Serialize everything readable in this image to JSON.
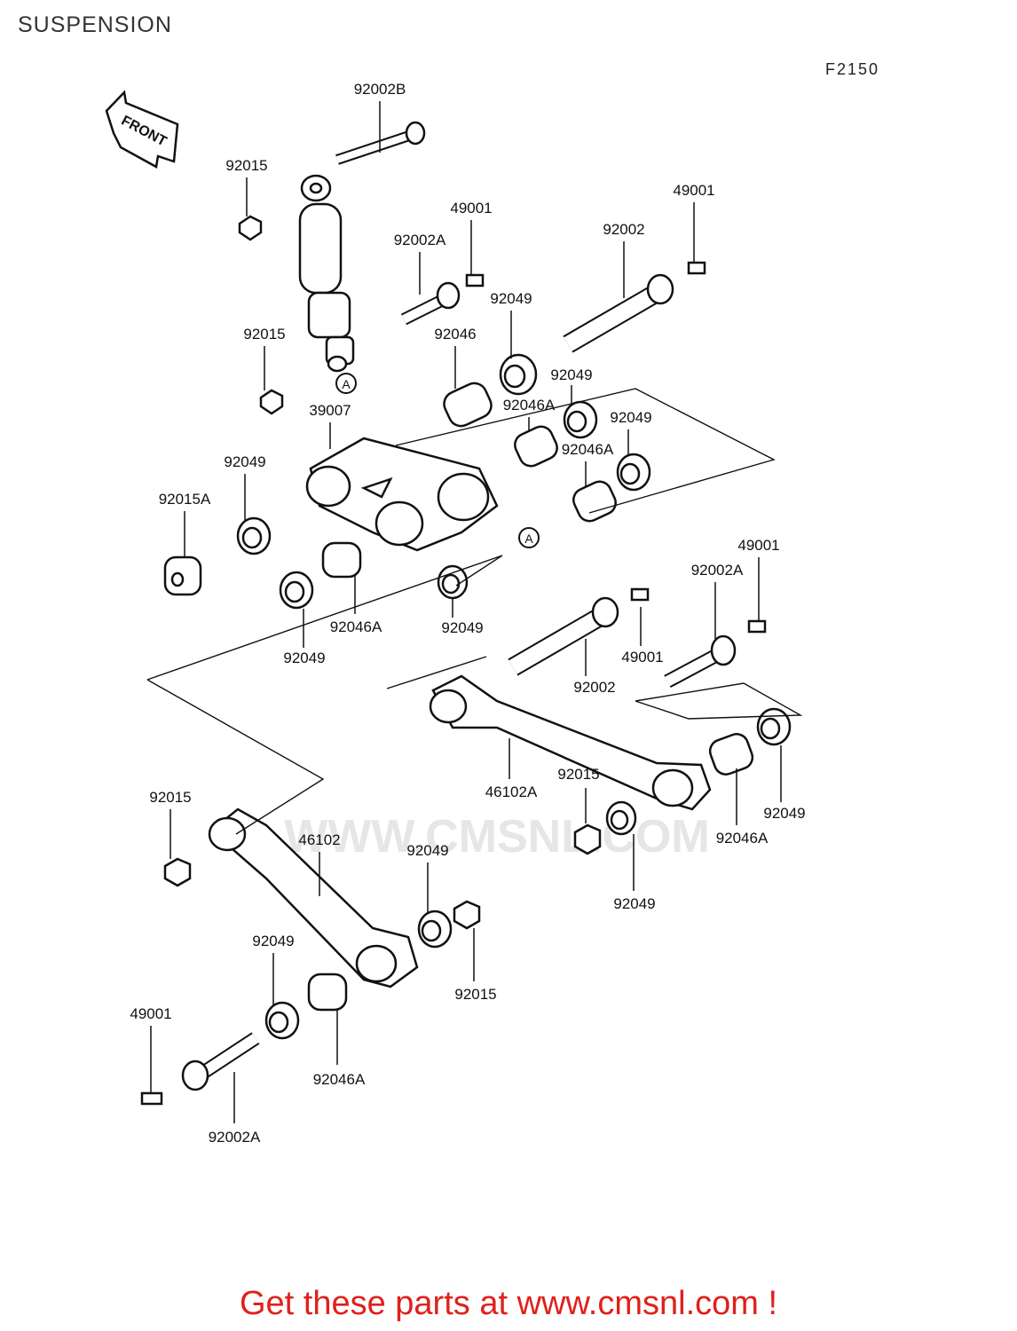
{
  "page": {
    "title": "SUSPENSION",
    "figure_code": "F2150",
    "watermark": "WWW.CMSNL.COM",
    "footer": "Get these parts at www.cmsnl.com !"
  },
  "front_arrow": "FRONT",
  "refs": {
    "a1": "A",
    "a2": "A"
  },
  "labels": [
    {
      "id": "92002B",
      "text": "92002B"
    },
    {
      "id": "92015-a",
      "text": "92015"
    },
    {
      "id": "49001-a",
      "text": "49001"
    },
    {
      "id": "92002A-a",
      "text": "92002A"
    },
    {
      "id": "92002-a",
      "text": "92002"
    },
    {
      "id": "49001-b",
      "text": "49001"
    },
    {
      "id": "92049-a",
      "text": "92049"
    },
    {
      "id": "92015-b",
      "text": "92015"
    },
    {
      "id": "92046",
      "text": "92046"
    },
    {
      "id": "92049-b",
      "text": "92049"
    },
    {
      "id": "92046A-a",
      "text": "92046A"
    },
    {
      "id": "39007",
      "text": "39007"
    },
    {
      "id": "92049-c",
      "text": "92049"
    },
    {
      "id": "92049-d",
      "text": "92049"
    },
    {
      "id": "92046A-b",
      "text": "92046A"
    },
    {
      "id": "92015A",
      "text": "92015A"
    },
    {
      "id": "49001-c",
      "text": "49001"
    },
    {
      "id": "92002A-b",
      "text": "92002A"
    },
    {
      "id": "92046A-c",
      "text": "92046A"
    },
    {
      "id": "92049-e",
      "text": "92049"
    },
    {
      "id": "92049-f",
      "text": "92049"
    },
    {
      "id": "49001-d",
      "text": "49001"
    },
    {
      "id": "92002-b",
      "text": "92002"
    },
    {
      "id": "46102A",
      "text": "46102A"
    },
    {
      "id": "92015-c",
      "text": "92015"
    },
    {
      "id": "92015-d",
      "text": "92015"
    },
    {
      "id": "92049-g",
      "text": "92049"
    },
    {
      "id": "92046A-d",
      "text": "92046A"
    },
    {
      "id": "46102",
      "text": "46102"
    },
    {
      "id": "92049-h",
      "text": "92049"
    },
    {
      "id": "92049-i",
      "text": "92049"
    },
    {
      "id": "92049-j",
      "text": "92049"
    },
    {
      "id": "92015-e",
      "text": "92015"
    },
    {
      "id": "49001-e",
      "text": "49001"
    },
    {
      "id": "92046A-e",
      "text": "92046A"
    },
    {
      "id": "92002A-c",
      "text": "92002A"
    }
  ]
}
